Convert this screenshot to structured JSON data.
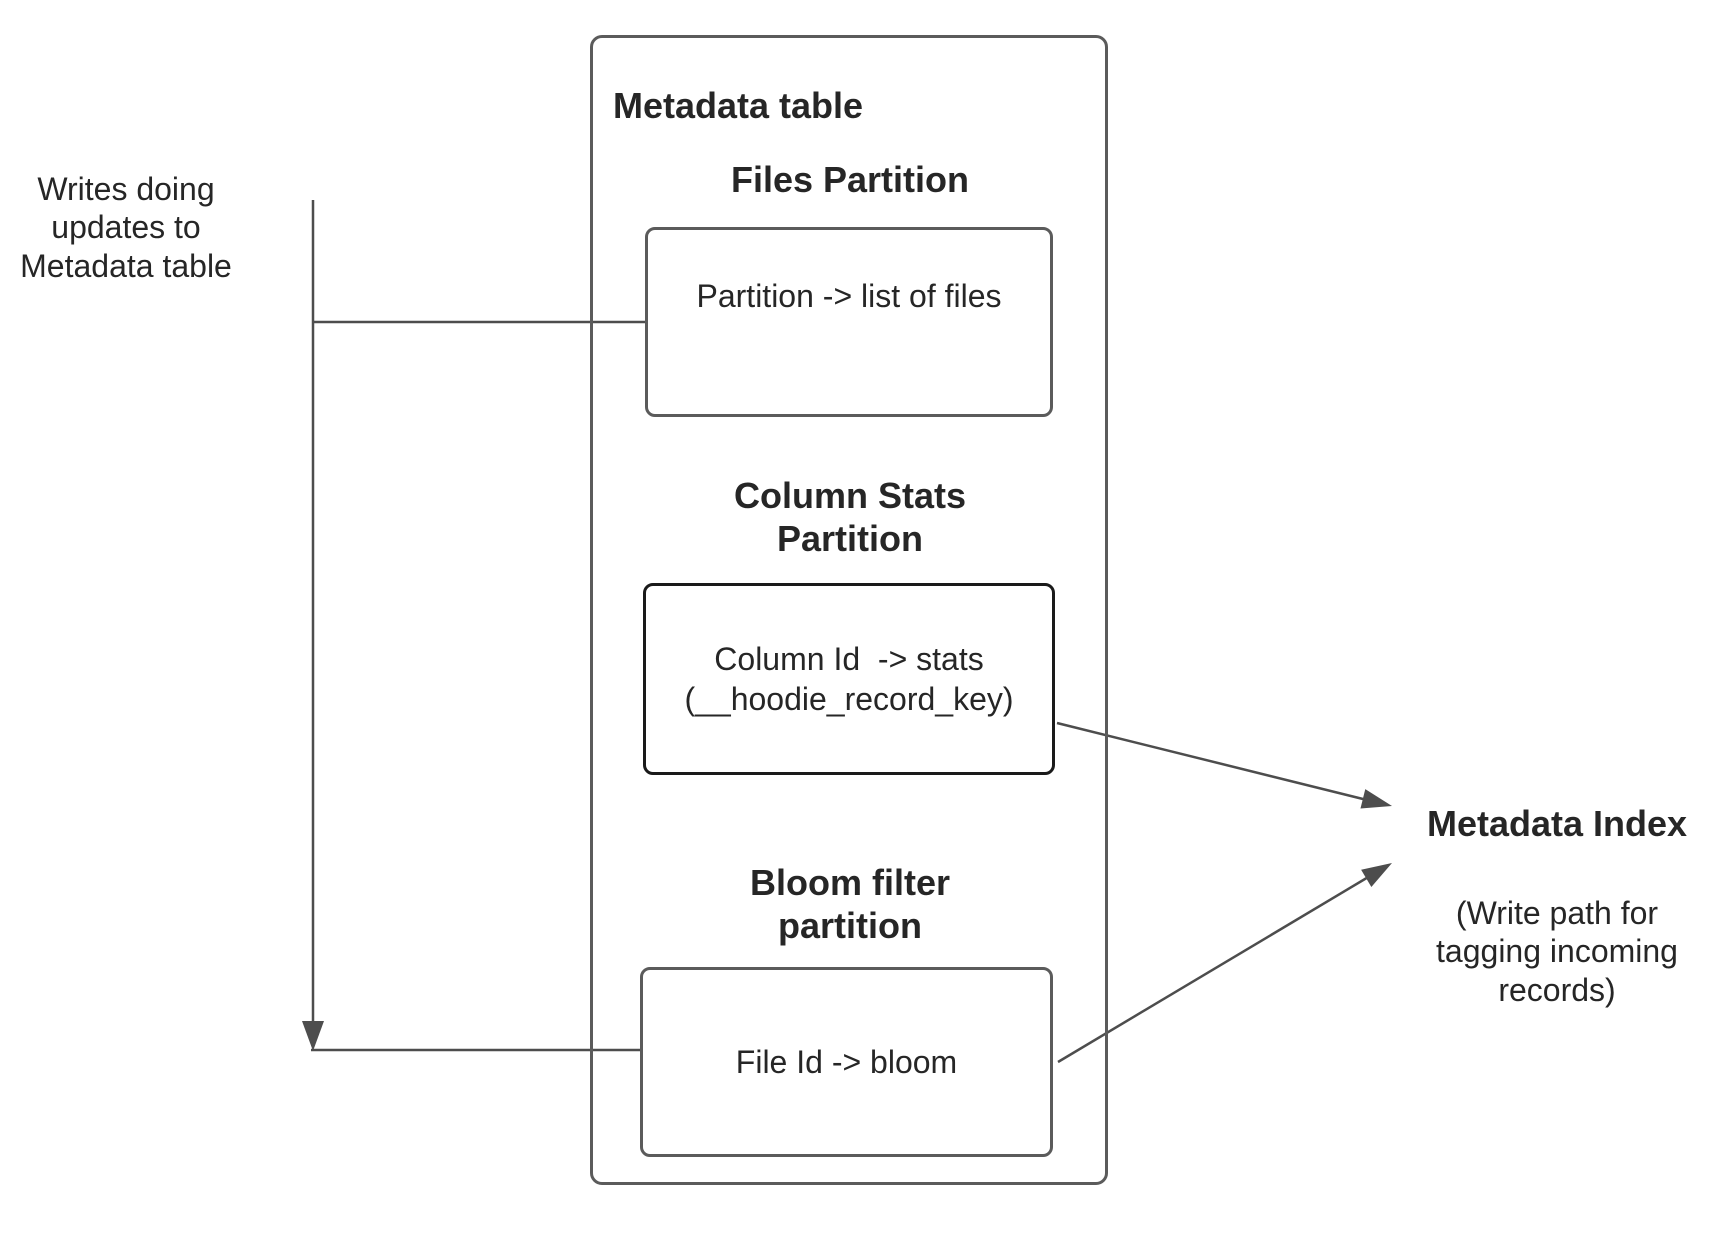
{
  "diagram": {
    "writes_label": "Writes doing\nupdates to\nMetadata table",
    "metadata_table": {
      "title": "Metadata table",
      "files_partition": {
        "heading": "Files Partition",
        "mapping": "Partition -> list of files"
      },
      "column_stats_partition": {
        "heading": "Column Stats\nPartition",
        "mapping": "Column Id  -> stats\n(__hoodie_record_key)"
      },
      "bloom_filter_partition": {
        "heading": "Bloom filter\npartition",
        "mapping": "File Id -> bloom"
      }
    },
    "metadata_index": {
      "title": "Metadata Index",
      "subtitle": "(Write path for\ntagging incoming\nrecords)"
    },
    "colors": {
      "connector": "#4d4d4d",
      "box-border": "#5b5b5b",
      "highlight-border": "#1a1a1a",
      "text": "#262626",
      "background": "#ffffff"
    }
  }
}
